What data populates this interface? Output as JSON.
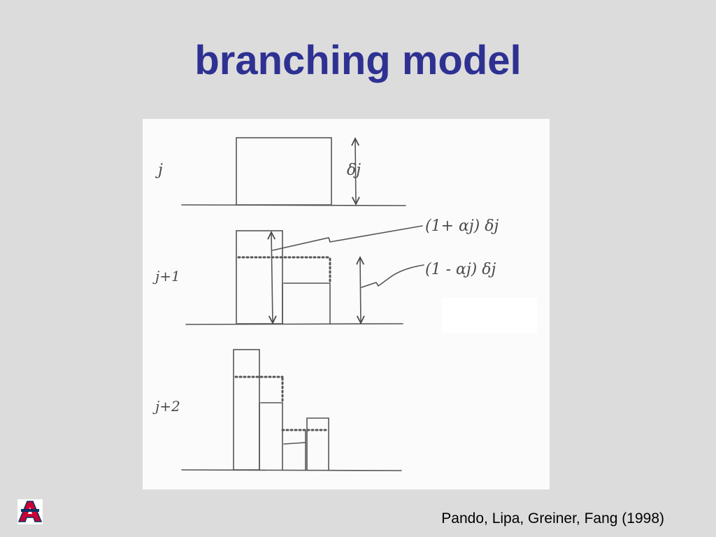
{
  "slide": {
    "title": "branching model",
    "citation": "Pando, Lipa, Greiner, Fang (1998)"
  },
  "sketch": {
    "level_labels": [
      "j",
      "j+1",
      "j+2"
    ],
    "delta_label": "δj",
    "upper_annotation": "(1+ αj) δj",
    "lower_annotation": "(1 - αj) δj"
  },
  "colors": {
    "title": "#2e3192",
    "background": "#dcdcdc",
    "ink": "#4a4a4a",
    "paper": "#fbfbfb",
    "logo_red": "#cc0033",
    "logo_blue": "#003366"
  },
  "logo": {
    "icon": "university-of-arizona-a-logo"
  }
}
